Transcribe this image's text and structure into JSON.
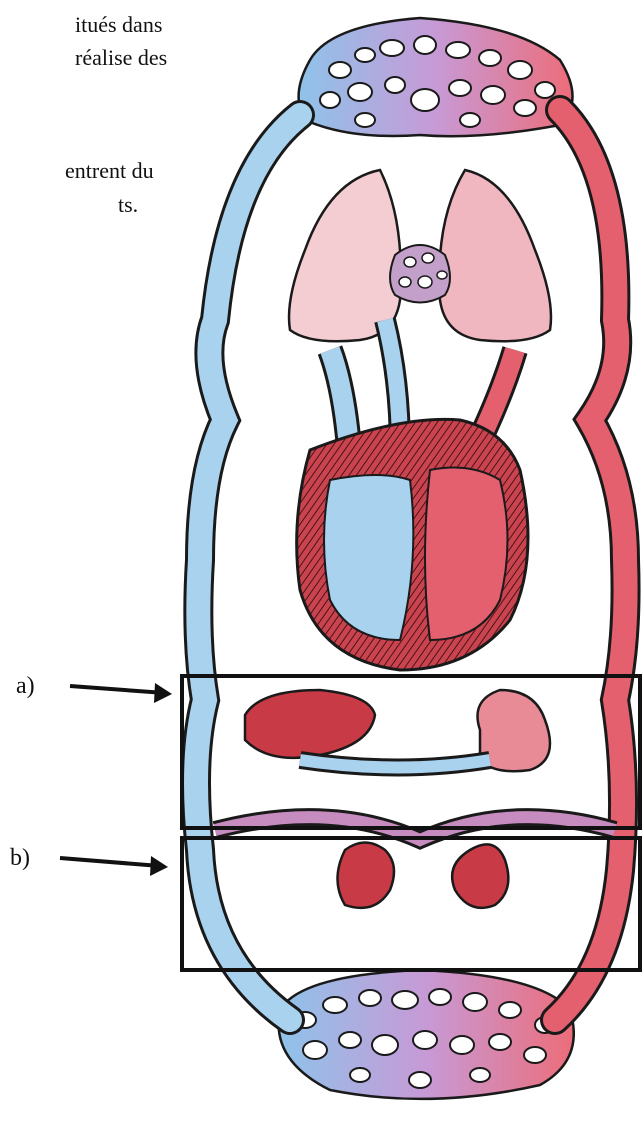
{
  "text_fragment": {
    "lines": [
      "itués  dans",
      "réalise  des",
      "entrent  du",
      "ts."
    ]
  },
  "labels": {
    "a": "a)",
    "b": "b)"
  },
  "colors": {
    "venous_blue": "#a9d2ee",
    "arterial_red": "#e4606e",
    "outline": "#1a1a1a"
  }
}
